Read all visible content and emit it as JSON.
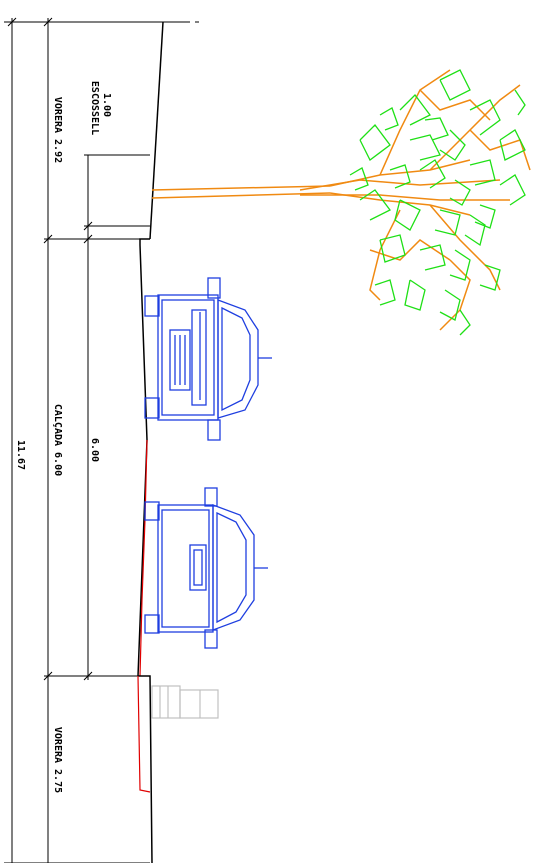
{
  "colors": {
    "background": "#ffffff",
    "dimension": "#000000",
    "vehicle": "#1f3fe0",
    "tree_branch": "#f08a12",
    "tree_leaf": "#1fe016",
    "curb_red": "#e00000",
    "bollard": "#c0c0c0"
  },
  "dimensions": {
    "total": "11.67",
    "sidewalk_top": "VORERA 2.92",
    "excess_value": "1.00",
    "excess_label": "ESCOSSELL",
    "roadway": "CALÇADA 6.00",
    "roadway_value": "6.00",
    "sidewalk_bottom": "VORERA 2.75"
  },
  "icons": {
    "tree": "tree-icon",
    "car_1": "car-front-icon",
    "car_2": "car-rear-icon",
    "bollard": "bench-icon"
  }
}
